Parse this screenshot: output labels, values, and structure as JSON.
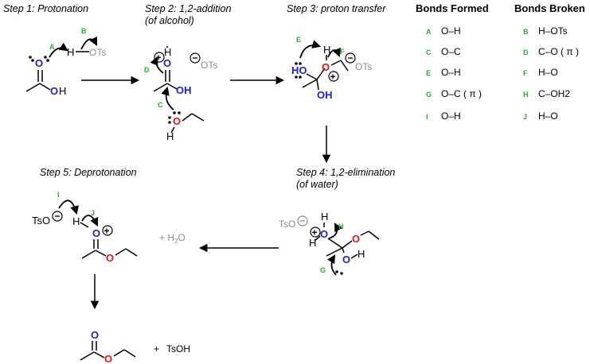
{
  "steps": {
    "s1": "Step 1: Protonation",
    "s2a": "Step 2: 1,2-addition",
    "s2b": "(of alcohol)",
    "s3": "Step 3: proton transfer",
    "s4a": "Step 4: 1,2-elimination",
    "s4b": "(of water)",
    "s5": "Step 5: Deprotonation"
  },
  "table": {
    "formed_header": "Bonds Formed",
    "broken_header": "Bonds Broken",
    "formed": [
      {
        "label": "A",
        "bond": "O–H"
      },
      {
        "label": "C",
        "bond": "O–C"
      },
      {
        "label": "E",
        "bond": "O–H"
      },
      {
        "label": "G",
        "bond": "O–C ( π )"
      },
      {
        "label": "I",
        "bond": "O–H"
      }
    ],
    "broken": [
      {
        "label": "B",
        "bond": "H–OTs"
      },
      {
        "label": "D",
        "bond": "C–O ( π )"
      },
      {
        "label": "F",
        "bond": "H–O"
      },
      {
        "label": "H",
        "bond": "C–OH2"
      },
      {
        "label": "J",
        "bond": "H–O"
      }
    ]
  },
  "atoms": {
    "O": "O",
    "H": "H",
    "OH": "OH",
    "HO": "HO",
    "OTs": "OTs",
    "TsO": "TsO",
    "plus": "+",
    "minus": "−",
    "two": "2"
  },
  "products": {
    "water": "+ H2O",
    "tsoh": "TsOH",
    "plus": "+"
  },
  "arrow_labels": {
    "A": "A",
    "B": "B",
    "C": "C",
    "D": "D",
    "E": "E",
    "F": "F",
    "G": "G",
    "H": "H",
    "I": "I",
    "J": "J"
  },
  "colors": {
    "label_green": "#22b222",
    "oxygen_blue": "#1a22d6",
    "oxygen_red": "#e0141e",
    "grey": "#8c8c8c"
  }
}
